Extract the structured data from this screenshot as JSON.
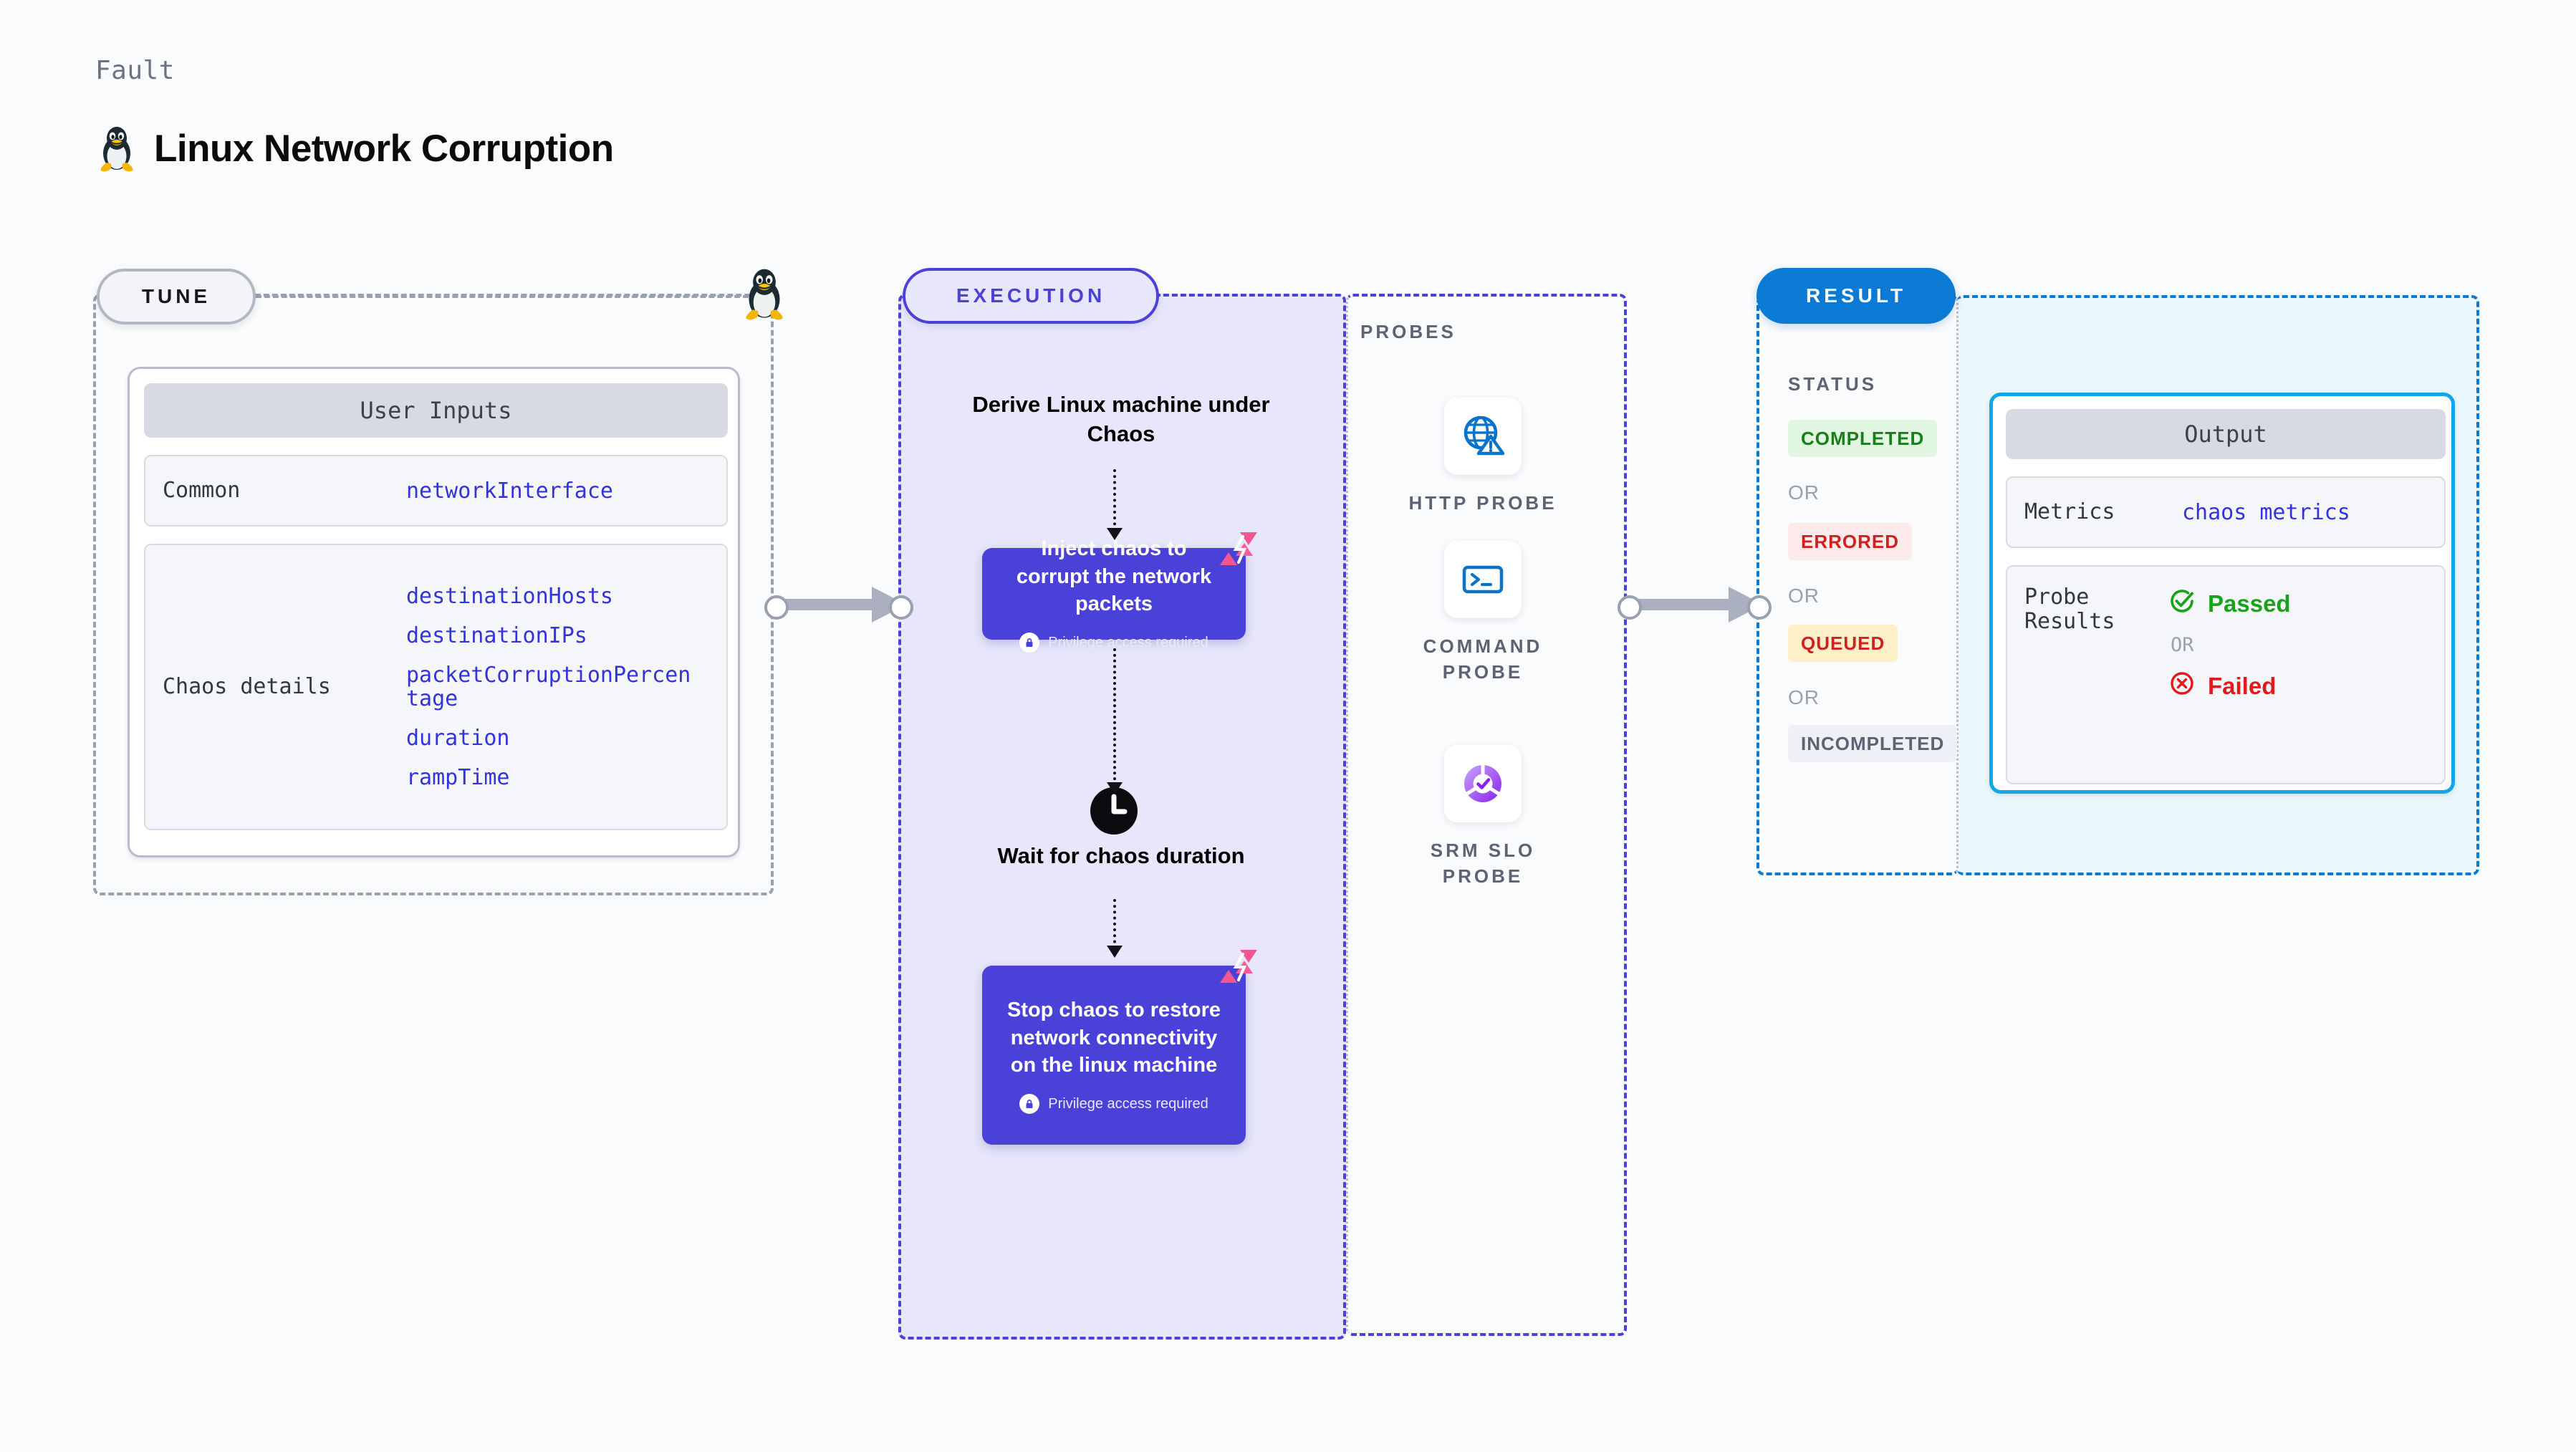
{
  "header": {
    "eyebrow": "Fault",
    "title": "Linux Network Corruption",
    "icon": "linux-tux-icon"
  },
  "tune": {
    "badge": "TUNE",
    "icon": "linux-tux-icon",
    "card": {
      "header": "User Inputs",
      "rows": [
        {
          "label": "Common",
          "values": [
            "networkInterface"
          ]
        },
        {
          "label": "Chaos details",
          "values": [
            "destinationHosts",
            "destinationIPs",
            "packetCorruptionPercentage",
            "duration",
            "rampTime"
          ]
        }
      ]
    }
  },
  "execution": {
    "badge": "EXECUTION",
    "steps": {
      "derive": "Derive Linux machine under Chaos",
      "inject": "Inject chaos to corrupt the network packets",
      "wait": "Wait for chaos duration",
      "stop": "Stop chaos to restore network connectivity on the linux machine"
    },
    "privilege_note": "Privilege access required",
    "icons": {
      "clock": "clock-icon",
      "lock": "lock-icon",
      "brand": "harness-logo-icon"
    }
  },
  "probes": {
    "label": "PROBES",
    "items": [
      {
        "caption": "HTTP PROBE",
        "icon": "globe-warning-icon"
      },
      {
        "caption": "COMMAND PROBE",
        "icon": "terminal-icon"
      },
      {
        "caption": "SRM SLO PROBE",
        "icon": "slo-gauge-check-icon"
      }
    ]
  },
  "result": {
    "badge": "RESULT",
    "status_label": "STATUS",
    "or": "OR",
    "statuses": [
      {
        "text": "COMPLETED",
        "bg": "#e2f7e2",
        "fg": "#1a7f1a"
      },
      {
        "text": "ERRORED",
        "bg": "#fdeaea",
        "fg": "#d22020"
      },
      {
        "text": "QUEUED",
        "bg": "#fdefc7",
        "fg": "#d22020"
      },
      {
        "text": "INCOMPLETED",
        "bg": "#eef0f5",
        "fg": "#5d6373"
      }
    ],
    "output": {
      "header": "Output",
      "metrics_label": "Metrics",
      "metrics_value": "chaos metrics",
      "probe_results_label": "Probe\nResults",
      "passed": "Passed",
      "failed": "Failed",
      "or": "OR",
      "icons": {
        "pass": "check-circle-icon",
        "fail": "x-circle-icon"
      }
    }
  },
  "colors": {
    "execution_accent": "#4a41d8",
    "result_accent": "#0a7ad4",
    "output_border": "#12a6e8",
    "tune_accent": "#9aa1ae",
    "brand_pink": "#f4578f",
    "value_blue": "#3333dd"
  }
}
